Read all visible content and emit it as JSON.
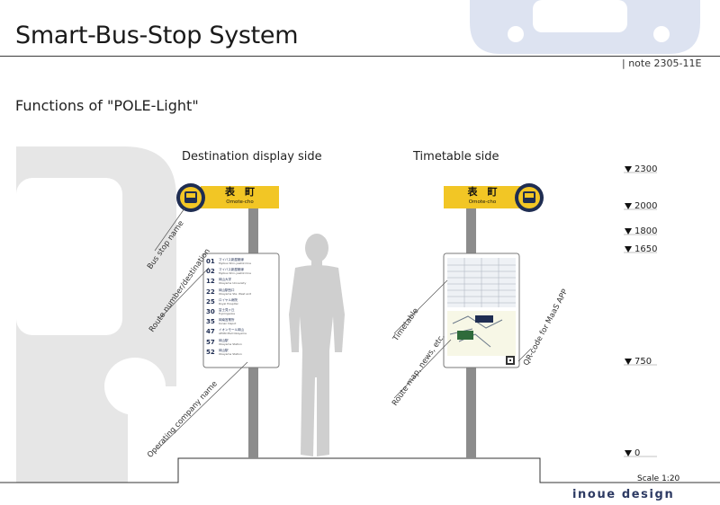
{
  "header": {
    "title": "Smart-Bus-Stop System",
    "note": "| note 2305-11E",
    "subtitle": "Functions of \"POLE-Light\""
  },
  "sides": {
    "left": "Destination display side",
    "right": "Timetable side"
  },
  "sign": {
    "kanji": "表　町",
    "romaji": "Omote-cho"
  },
  "destination_board": {
    "routes": [
      {
        "num": "01",
        "jp": "マイバス新屋敷線",
        "en": "Myibus Shin-yashiki line"
      },
      {
        "num": "02",
        "jp": "マイバス新屋敷線",
        "en": "Myibus Shin-yashiki line"
      },
      {
        "num": "12",
        "jp": "岡山大学",
        "en": "Okayama University"
      },
      {
        "num": "22",
        "jp": "岡山駅西口",
        "en": "Okayama Sta. West exit"
      },
      {
        "num": "25",
        "jp": "ロイヤル病院",
        "en": "Royal Hospital"
      },
      {
        "num": "30",
        "jp": "富士見ヶ丘",
        "en": "Fujimigaoka"
      },
      {
        "num": "35",
        "jp": "岡南営業所",
        "en": "Konan Depot"
      },
      {
        "num": "47",
        "jp": "イオンモール岡山",
        "en": "AEON Mall Okayama"
      },
      {
        "num": "57",
        "jp": "岡山駅",
        "en": "Okayama Station"
      },
      {
        "num": "52",
        "jp": "岡山駅",
        "en": "Okayama Station"
      }
    ]
  },
  "annotations": {
    "bus_stop_name": "Bus stop name",
    "route_number": "Route number/destination",
    "operating_company": "Operating company name",
    "timetable": "Timetable",
    "route_map": "Route map, news, etc.",
    "qr_code": "QR-code for MaaS APP"
  },
  "heights": [
    "2300",
    "2000",
    "1800",
    "1650",
    "750",
    "0"
  ],
  "footer": {
    "scale": "Scale 1:20",
    "brand": "inoue design"
  },
  "colors": {
    "sign_yellow": "#f2c625",
    "navy": "#1f2d52",
    "bus_watermark": "#dde3f1",
    "bus_shape": "#e6e6e6",
    "pole": "#8c8c8c",
    "person": "#cfcfcf"
  }
}
